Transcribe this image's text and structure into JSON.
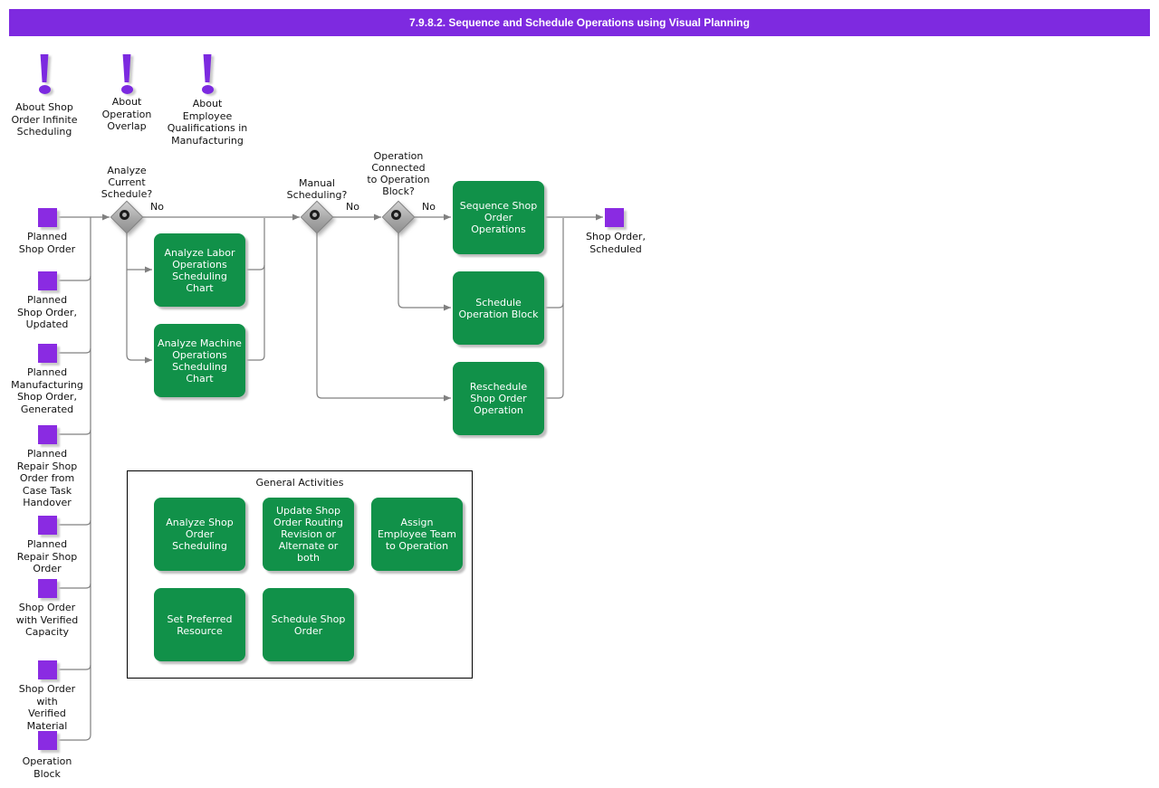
{
  "header": {
    "title": "7.9.8.2. Sequence and Schedule Operations using Visual Planning"
  },
  "colors": {
    "title_bar_purple": "#7E2AE0",
    "object_purple": "#8A2BE2",
    "activity_green": "#119149",
    "connector_gray": "#808080"
  },
  "notes": [
    {
      "label": "About Shop\nOrder Infinite\nScheduling"
    },
    {
      "label": "About\nOperation\nOverlap"
    },
    {
      "label": "About\nEmployee\nQualifications in\nManufacturing"
    }
  ],
  "inputs": [
    {
      "label": "Planned\nShop Order"
    },
    {
      "label": "Planned\nShop Order,\nUpdated"
    },
    {
      "label": "Planned\nManufacturing\nShop Order,\nGenerated"
    },
    {
      "label": "Planned\nRepair Shop\nOrder from\nCase Task\nHandover"
    },
    {
      "label": "Planned\nRepair Shop\nOrder"
    },
    {
      "label": "Shop Order\nwith Verified\nCapacity"
    },
    {
      "label": "Shop Order\nwith\nVerified\nMaterial"
    },
    {
      "label": "Operation\nBlock"
    }
  ],
  "decisions": [
    {
      "label": "Analyze\nCurrent\nSchedule?",
      "branch": "No"
    },
    {
      "label": "Manual\nScheduling?",
      "branch": "No"
    },
    {
      "label": "Operation\nConnected\nto Operation\nBlock?",
      "branch": "No"
    }
  ],
  "activities": {
    "analyze_labor": "Analyze Labor\nOperations\nScheduling\nChart",
    "analyze_machine": "Analyze Machine\nOperations\nScheduling\nChart",
    "sequence_shop_order_operations": "Sequence Shop\nOrder\nOperations",
    "schedule_operation_block": "Schedule\nOperation Block",
    "reschedule_shop_order_operation": "Reschedule\nShop Order\nOperation"
  },
  "output": {
    "label": "Shop Order,\nScheduled"
  },
  "general_activities": {
    "title": "General Activities",
    "items": [
      "Analyze Shop\nOrder\nScheduling",
      "Update Shop\nOrder Routing\nRevision or\nAlternate or\nboth",
      "Assign\nEmployee Team\nto Operation",
      "Set Preferred\nResource",
      "Schedule Shop\nOrder"
    ]
  }
}
